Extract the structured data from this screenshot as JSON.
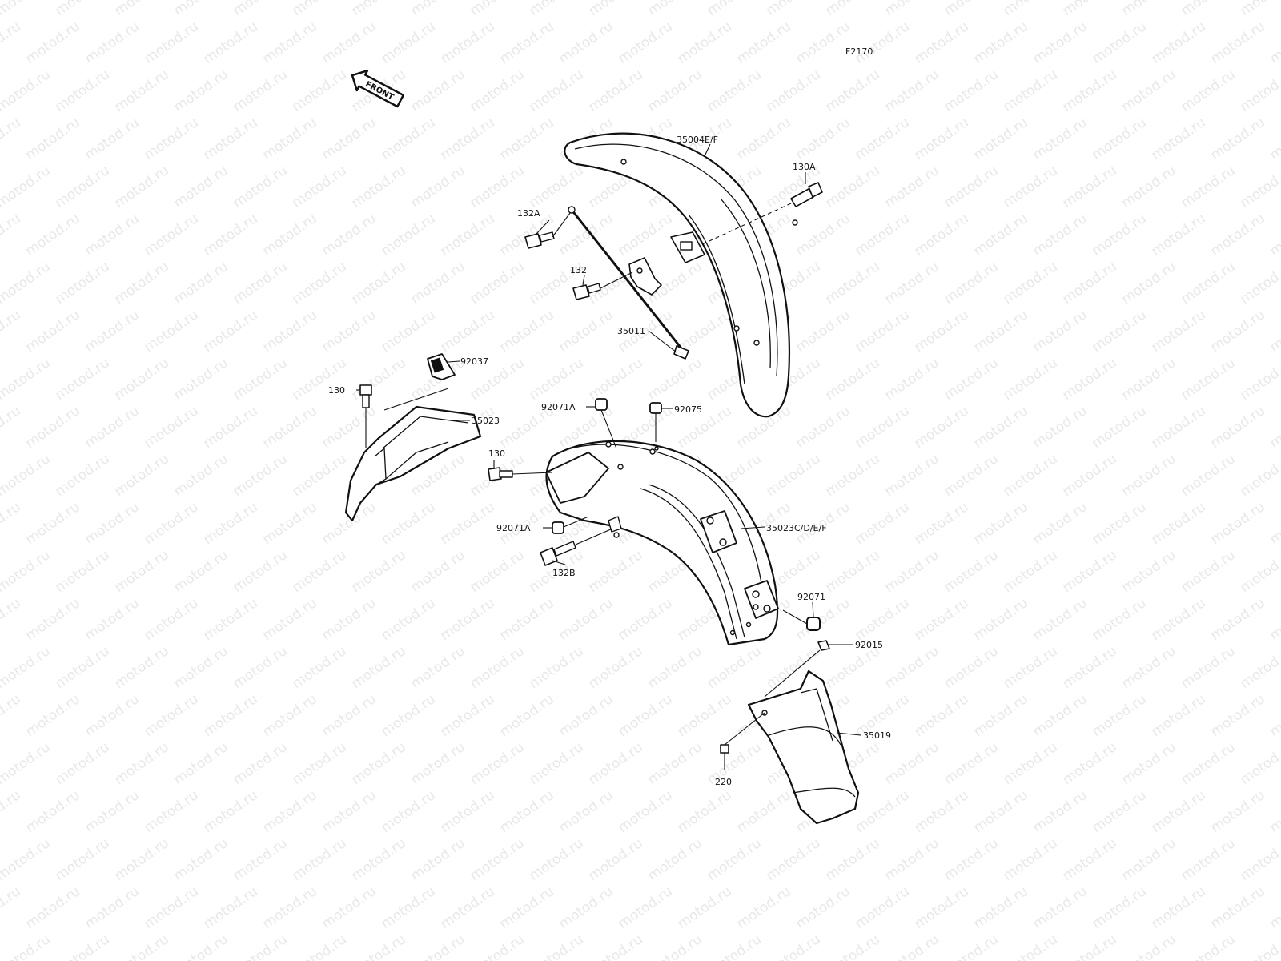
{
  "watermark": "motod.ru",
  "diagram_code": "F2170",
  "front_label": "FRONT",
  "callouts": {
    "front_fender": "35004E/F",
    "bolt_130A": "130A",
    "bolt_132A": "132A",
    "bolt_132": "132",
    "stay_35011": "35011",
    "clip_92037": "92037",
    "bolt_130_left": "130",
    "cover_35023": "35023",
    "grommet_92071A_top": "92071A",
    "grommet_92075": "92075",
    "bolt_130_mid": "130",
    "rear_fender": "35023C/D/E/F",
    "grommet_92071A_bottom": "92071A",
    "bolt_132B": "132B",
    "grommet_92071": "92071",
    "nut_92015": "92015",
    "flap_35019": "35019",
    "screw_220": "220"
  }
}
